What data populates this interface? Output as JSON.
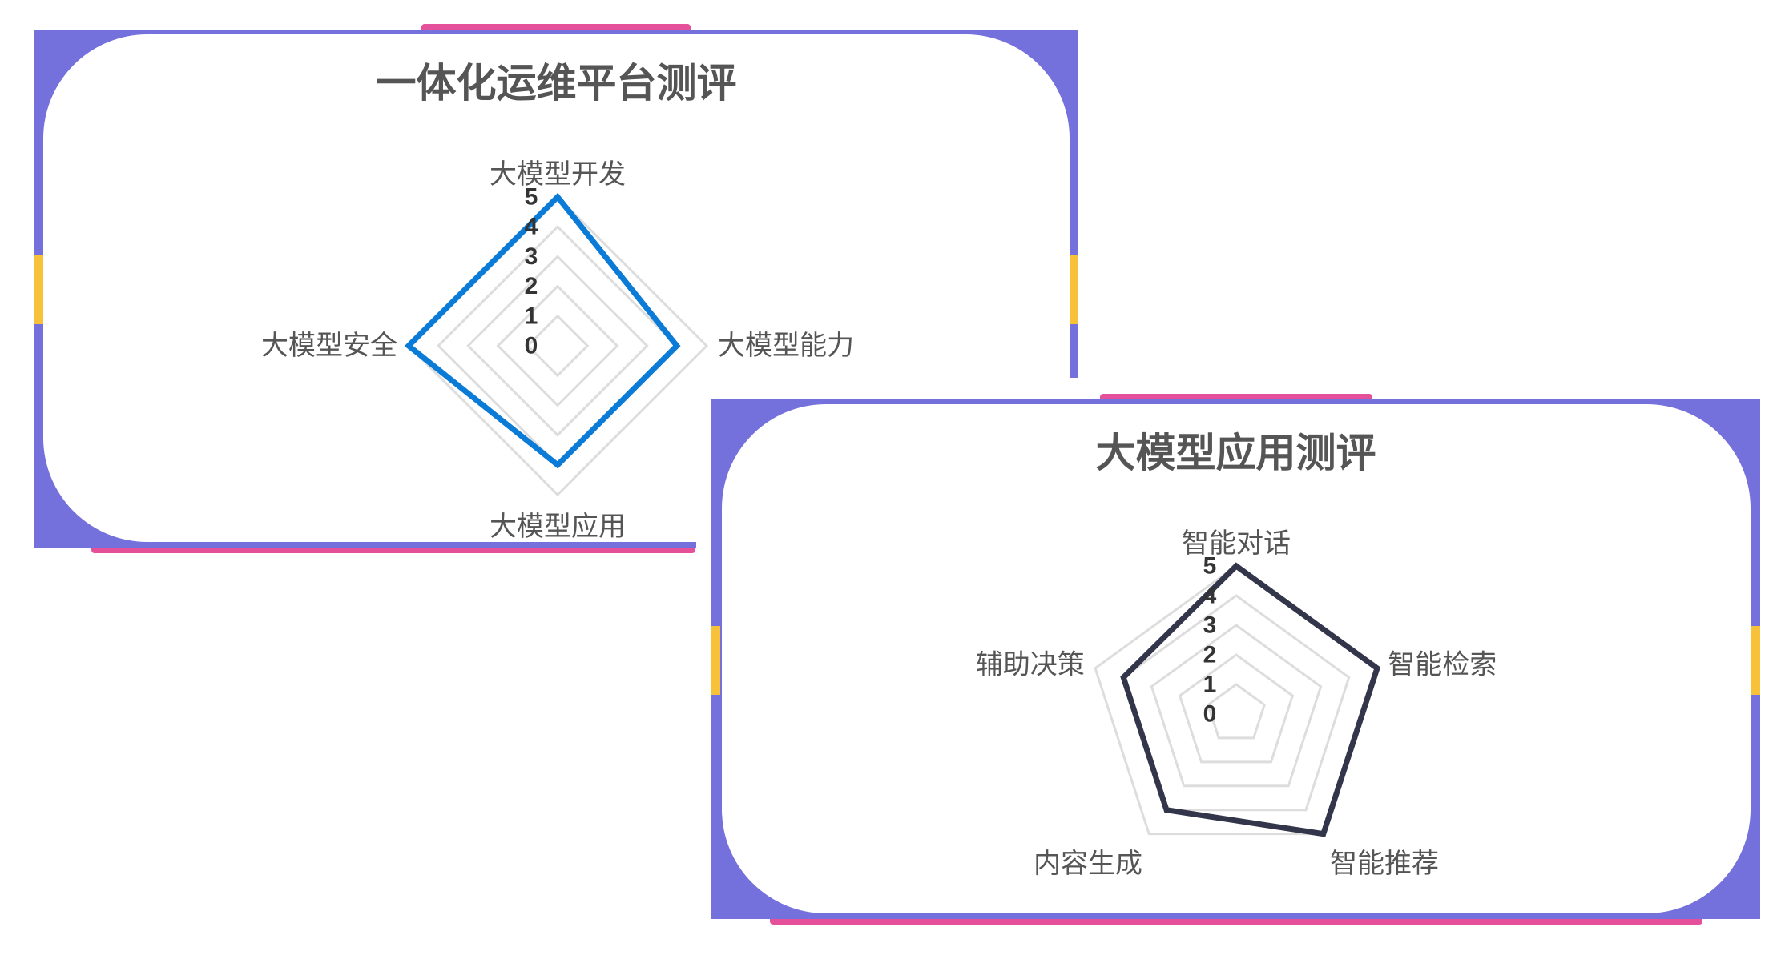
{
  "colors": {
    "frame": "#7470dc",
    "accent_pink": "#e5509a",
    "accent_yellow": "#f8c13a",
    "grid": "#dddddd"
  },
  "chart_data": [
    {
      "type": "radar",
      "title": "一体化运维平台测评",
      "indicators": [
        "大模型开发",
        "大模型能力",
        "大模型应用",
        "大模型安全"
      ],
      "values": [
        5,
        4,
        4,
        5
      ],
      "max": 5,
      "ticks": [
        "0",
        "1",
        "2",
        "3",
        "4",
        "5"
      ],
      "line_color": "#0a7bd6"
    },
    {
      "type": "radar",
      "title": "大模型应用测评",
      "indicators": [
        "智能对话",
        "智能检索",
        "智能推荐",
        "内容生成",
        "辅助决策"
      ],
      "values": [
        5,
        5,
        5,
        4,
        4
      ],
      "max": 5,
      "ticks": [
        "0",
        "1",
        "2",
        "3",
        "4",
        "5"
      ],
      "line_color": "#33364a"
    }
  ]
}
